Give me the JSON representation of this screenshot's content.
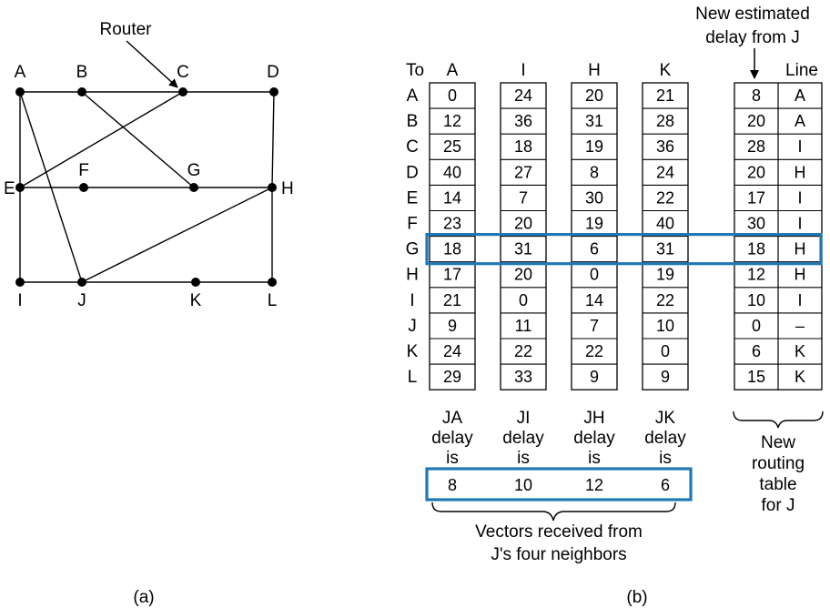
{
  "router_label": "Router",
  "network": {
    "nodes": [
      "A",
      "B",
      "C",
      "D",
      "E",
      "F",
      "G",
      "H",
      "I",
      "J",
      "K",
      "L"
    ],
    "links": [
      [
        "A",
        "B"
      ],
      [
        "B",
        "C"
      ],
      [
        "C",
        "D"
      ],
      [
        "A",
        "E"
      ],
      [
        "D",
        "H"
      ],
      [
        "E",
        "F"
      ],
      [
        "F",
        "G"
      ],
      [
        "G",
        "H"
      ],
      [
        "E",
        "I"
      ],
      [
        "H",
        "L"
      ],
      [
        "I",
        "J"
      ],
      [
        "J",
        "K"
      ],
      [
        "K",
        "L"
      ],
      [
        "A",
        "J"
      ],
      [
        "B",
        "G"
      ],
      [
        "C",
        "E"
      ],
      [
        "J",
        "H"
      ]
    ],
    "caption": "(a)"
  },
  "tables": {
    "to_header": "To",
    "rows": [
      "A",
      "B",
      "C",
      "D",
      "E",
      "F",
      "G",
      "H",
      "I",
      "J",
      "K",
      "L"
    ],
    "neighbors": [
      {
        "header": "A",
        "values": [
          "0",
          "12",
          "25",
          "40",
          "14",
          "23",
          "18",
          "17",
          "21",
          "9",
          "24",
          "29"
        ],
        "delay_text": [
          "JA",
          "delay",
          "is"
        ],
        "delay": "8"
      },
      {
        "header": "I",
        "values": [
          "24",
          "36",
          "18",
          "27",
          "7",
          "20",
          "31",
          "20",
          "0",
          "11",
          "22",
          "33"
        ],
        "delay_text": [
          "JI",
          "delay",
          "is"
        ],
        "delay": "10"
      },
      {
        "header": "H",
        "values": [
          "20",
          "31",
          "19",
          "8",
          "30",
          "19",
          "6",
          "0",
          "14",
          "7",
          "22",
          "9"
        ],
        "delay_text": [
          "JH",
          "delay",
          "is"
        ],
        "delay": "12"
      },
      {
        "header": "K",
        "values": [
          "21",
          "28",
          "36",
          "24",
          "22",
          "40",
          "31",
          "19",
          "22",
          "10",
          "0",
          "9"
        ],
        "delay_text": [
          "JK",
          "delay",
          "is"
        ],
        "delay": "6"
      }
    ],
    "new_estimate_label": [
      "New estimated",
      "delay from J"
    ],
    "line_header": "Line",
    "new_delays": [
      "8",
      "20",
      "28",
      "20",
      "17",
      "30",
      "18",
      "12",
      "10",
      "0",
      "6",
      "15"
    ],
    "new_lines": [
      "A",
      "A",
      "I",
      "H",
      "I",
      "I",
      "H",
      "H",
      "I",
      "–",
      "K",
      "K"
    ],
    "highlight_row": "G",
    "vectors_caption": [
      "Vectors received from",
      "J's four neighbors"
    ],
    "routing_caption": [
      "New",
      "routing",
      "table",
      "for J"
    ],
    "caption": "(b)"
  },
  "colors": {
    "highlight": "#1f78b4",
    "ink": "#000000"
  }
}
